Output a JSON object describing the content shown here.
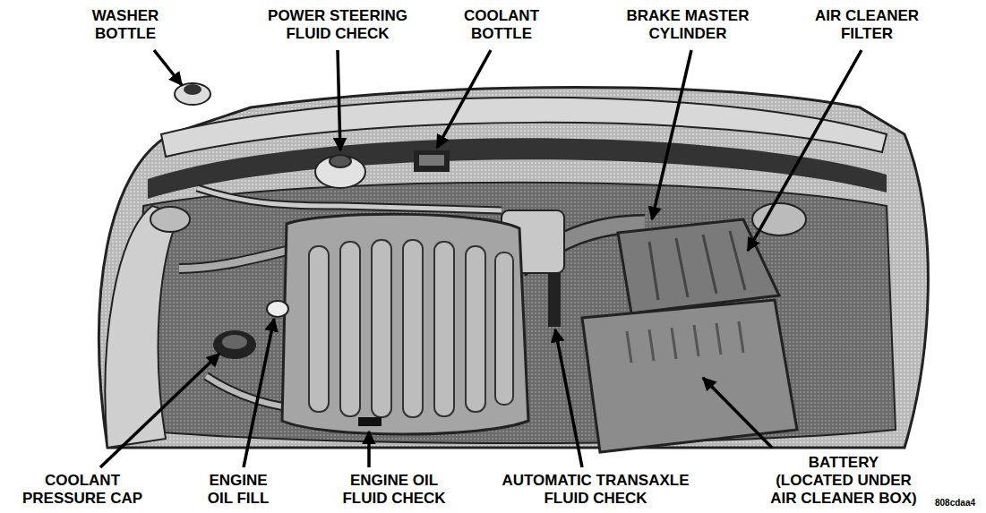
{
  "diagram": {
    "labels": [
      "WASHER BOTTLE",
      "POWER STEERING FLUID CHECK",
      "COOLANT BOTTLE",
      "BRAKE MASTER CYLINDER",
      "AIR CLEANER FILTER",
      "COOLANT PRESSURE CAP",
      "ENGINE OIL FILL",
      "ENGINE OIL FLUID CHECK",
      "AUTOMATIC TRANSAXLE FLUID CHECK",
      "BATTERY (LOCATED UNDER AIR CLEANER BOX)",
      "808cdaa4"
    ]
  }
}
